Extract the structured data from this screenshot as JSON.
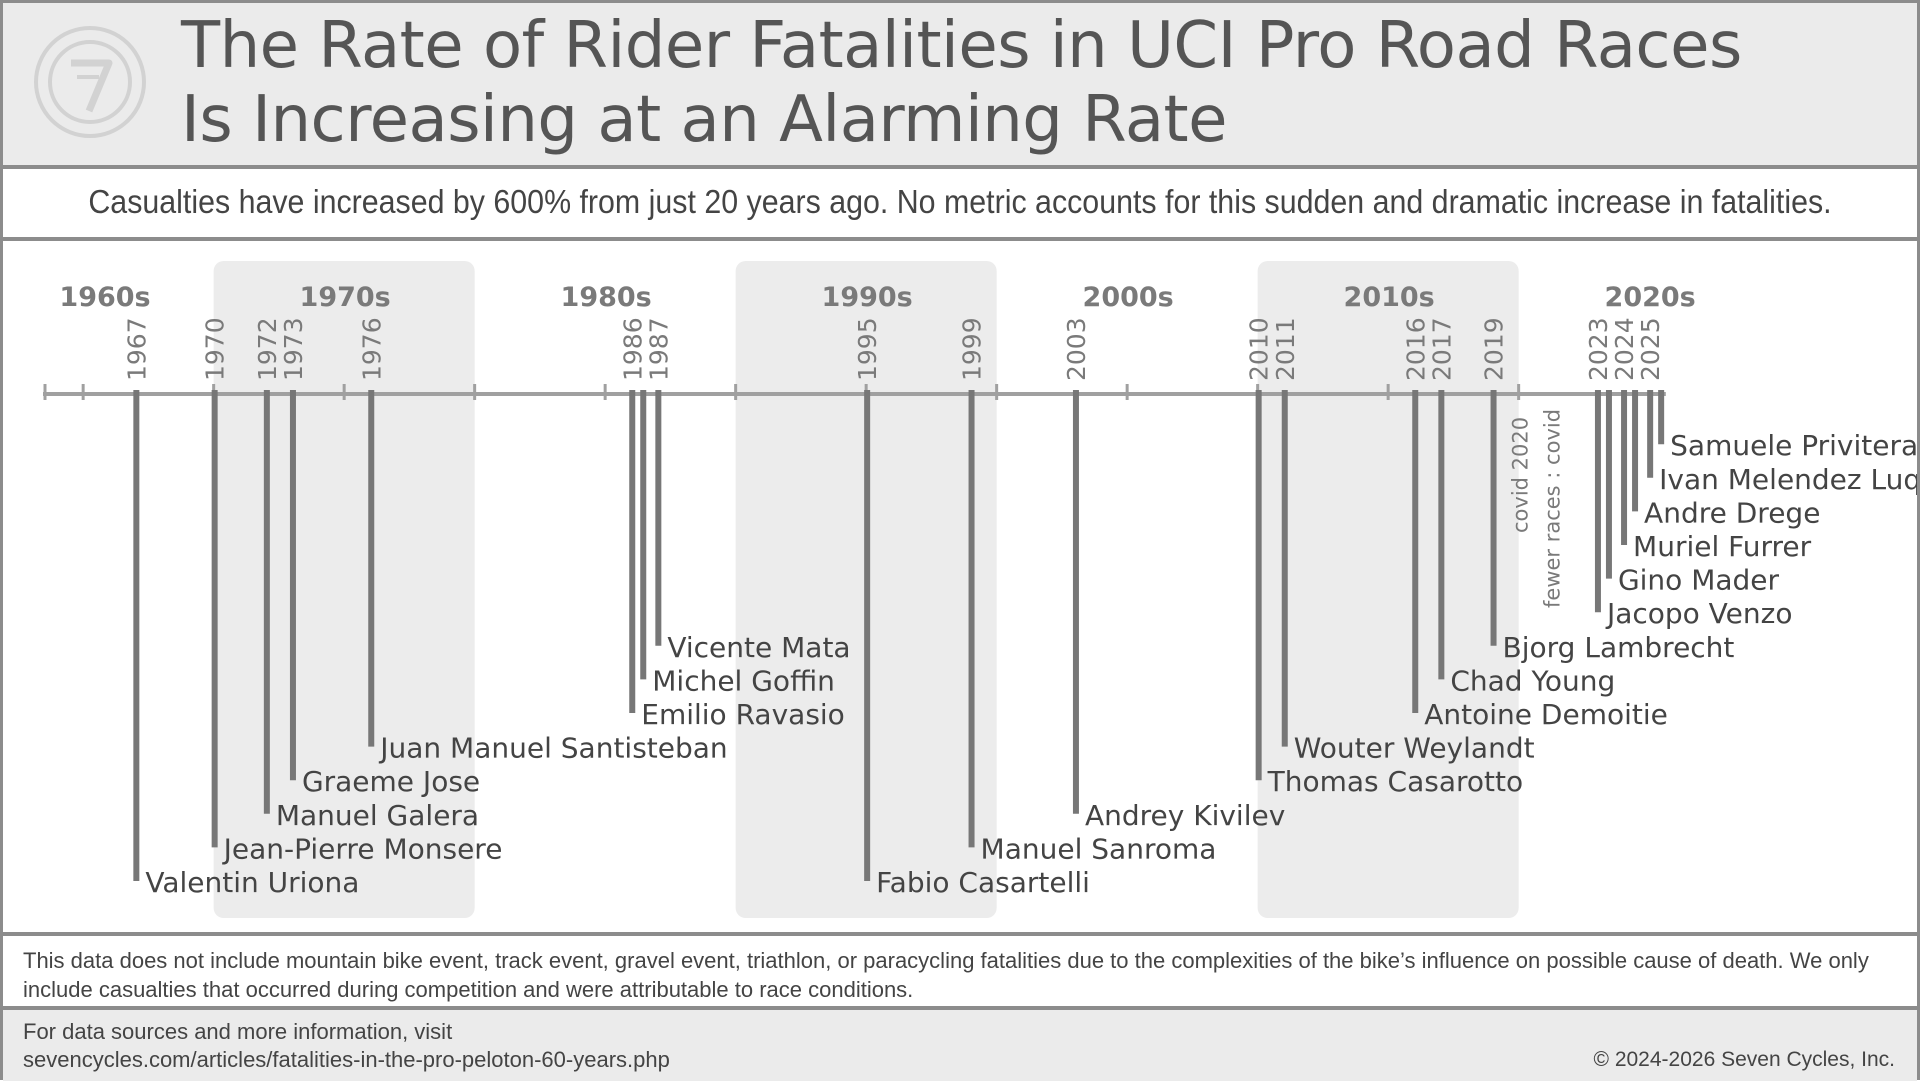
{
  "header": {
    "title_line1": "The Rate of Rider Fatalities in UCI Pro Road Races",
    "title_line2": "Is Increasing at an Alarming Rate",
    "logo_icon": "seven-logo-icon"
  },
  "subtitle": "Casualties have increased by 600% from just 20 years ago.  No metric accounts for this sudden and dramatic increase in fatalities.",
  "chart_data": {
    "type": "timeline",
    "x_range": [
      1963,
      2026
    ],
    "decades": [
      {
        "label": "1960s",
        "start": 1963,
        "end": 1970,
        "shaded": false
      },
      {
        "label": "1970s",
        "start": 1970,
        "end": 1980,
        "shaded": true
      },
      {
        "label": "1980s",
        "start": 1980,
        "end": 1990,
        "shaded": false
      },
      {
        "label": "1990s",
        "start": 1990,
        "end": 2000,
        "shaded": true
      },
      {
        "label": "2000s",
        "start": 2000,
        "end": 2010,
        "shaded": false
      },
      {
        "label": "2010s",
        "start": 2010,
        "end": 2020,
        "shaded": true
      },
      {
        "label": "2020s",
        "start": 2020,
        "end": 2026,
        "shaded": false
      }
    ],
    "events": [
      {
        "year": 1967,
        "name": "Valentin Uriona",
        "show_year": true,
        "order": 1
      },
      {
        "year": 1970,
        "name": "Jean-Pierre Monsere",
        "show_year": true,
        "order": 2
      },
      {
        "year": 1972,
        "name": "Manuel Galera",
        "show_year": true,
        "order": 3
      },
      {
        "year": 1973,
        "name": "Graeme Jose",
        "show_year": true,
        "order": 4
      },
      {
        "year": 1976,
        "name": "Juan Manuel Santisteban",
        "show_year": true,
        "order": 5
      },
      {
        "year": 1986,
        "name": "Emilio Ravasio",
        "show_year": true,
        "order": 6
      },
      {
        "year": 1986,
        "name": "Michel Goffin",
        "show_year": false,
        "order": 7
      },
      {
        "year": 1987,
        "name": "Vicente Mata",
        "show_year": true,
        "order": 8
      },
      {
        "year": 1995,
        "name": "Fabio Casartelli",
        "show_year": true,
        "order": 1
      },
      {
        "year": 1999,
        "name": "Manuel Sanroma",
        "show_year": true,
        "order": 2
      },
      {
        "year": 2003,
        "name": "Andrey Kivilev",
        "show_year": true,
        "order": 3
      },
      {
        "year": 2010,
        "name": "Thomas Casarotto",
        "show_year": true,
        "order": 4
      },
      {
        "year": 2011,
        "name": "Wouter Weylandt",
        "show_year": true,
        "order": 5
      },
      {
        "year": 2016,
        "name": "Antoine Demoitie",
        "show_year": true,
        "order": 6
      },
      {
        "year": 2017,
        "name": "Chad Young",
        "show_year": true,
        "order": 7
      },
      {
        "year": 2019,
        "name": "Bjorg Lambrecht",
        "show_year": true,
        "order": 8
      },
      {
        "year": 2023,
        "name": "Jacopo Venzo",
        "show_year": true,
        "order": 9
      },
      {
        "year": 2023,
        "name": "Gino Mader",
        "show_year": false,
        "order": 10
      },
      {
        "year": 2024,
        "name": "Muriel Furrer",
        "show_year": true,
        "order": 11
      },
      {
        "year": 2024,
        "name": "Andre Drege",
        "show_year": false,
        "order": 12
      },
      {
        "year": 2025,
        "name": "Ivan Melendez Luque",
        "show_year": true,
        "order": 13
      },
      {
        "year": 2025,
        "name": "Samuele Privitera",
        "show_year": false,
        "order": 14
      }
    ],
    "annotation_line1": "covid 2020",
    "annotation_line2": "fewer races : covid",
    "colors": {
      "line": "#777777",
      "axis": "#a0a0a0",
      "shade": "#ececec",
      "text": "#444444",
      "decade": "#7a7a7a"
    }
  },
  "note": "This data does not include mountain bike event, track event, gravel event, triathlon, or paracycling fatalities due to the complexities of the bike’s influence on possible cause of death.  We only include casualties that occurred during competition and were attributable to race conditions.",
  "footer": {
    "line1": "For data sources and more information, visit",
    "line2": "sevencycles.com/articles/fatalities-in-the-pro-peloton-60-years.php",
    "copyright": "© 2024-2026 Seven Cycles, Inc."
  }
}
